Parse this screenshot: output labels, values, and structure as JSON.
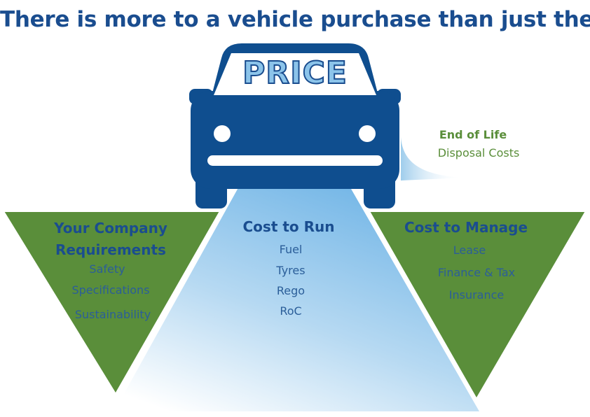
{
  "title": "There is more to a vehicle purchase than just the",
  "car": {
    "windshield_text": "PRICE"
  },
  "end_of_life": {
    "heading": "End of Life",
    "item": "Disposal Costs"
  },
  "sections": {
    "company": {
      "heading": "Your Company Requirements",
      "items": [
        "Safety",
        "Specifications",
        "Sustainability"
      ]
    },
    "run": {
      "heading": "Cost to Run",
      "items": [
        "Fuel",
        "Tyres",
        "Rego",
        "RoC"
      ]
    },
    "manage": {
      "heading": "Cost to Manage",
      "items": [
        "Lease",
        "Finance & Tax",
        "Insurance"
      ]
    }
  },
  "colors": {
    "navy": "#1a4d8f",
    "car_blue": "#0f4e8f",
    "green": "#5a8e3a",
    "light_blue": "#8cc4ea",
    "white": "#ffffff"
  }
}
